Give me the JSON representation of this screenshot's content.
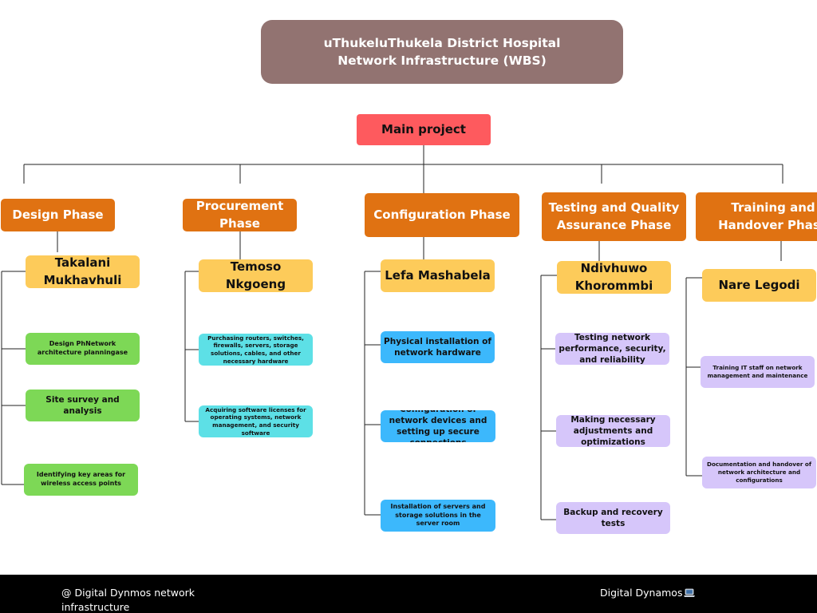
{
  "title": "uThukeluThukela District Hospital Network Infrastructure (WBS)",
  "main_project": "Main project",
  "phases": [
    {
      "name": "Design Phase",
      "owner": "Takalani Mukhavhuli",
      "tasks": [
        "Design PhNetwork architecture planningase",
        "Site survey and analysis",
        "Identifying key areas for wireless access points"
      ]
    },
    {
      "name": "Procurement Phase",
      "owner": "Temoso Nkgoeng",
      "tasks": [
        "Purchasing routers, switches, firewalls, servers, storage solutions, cables, and other necessary hardware",
        "Acquiring software licenses for operating systems, network management, and security software"
      ]
    },
    {
      "name": "Configuration Phase",
      "owner": "Lefa Mashabela",
      "tasks": [
        "Physical installation of network hardware",
        "Configuration of network devices and setting up secure connections",
        "Installation of servers and storage solutions in the server room"
      ]
    },
    {
      "name": "Testing and Quality Assurance Phase",
      "owner": "Ndivhuwo Khorommbi",
      "tasks": [
        "Testing network performance, security, and reliability",
        "Making necessary adjustments and optimizations",
        "Backup and recovery tests"
      ]
    },
    {
      "name": "Training and Handover Phase",
      "owner": "Nare Legodi",
      "tasks": [
        "Training IT staff on network management and maintenance",
        "Documentation and handover of network architecture and configurations"
      ]
    }
  ],
  "footer": {
    "left": "@ Digital Dynmos network infrastructure",
    "right": "Digital Dynamos",
    "right_icon": "laptop-icon"
  },
  "colors": {
    "title_bg": "#927371",
    "main_bg": "#fe5a5e",
    "phase_bg": "#e07212",
    "owner_bg": "#fdcb5a",
    "design_tasks": "#7dd856",
    "procurement_tasks": "#5de0e6",
    "configuration_tasks": "#3cb8fc",
    "testing_tasks": "#d6c6fa",
    "training_tasks": "#d6c6fa"
  }
}
